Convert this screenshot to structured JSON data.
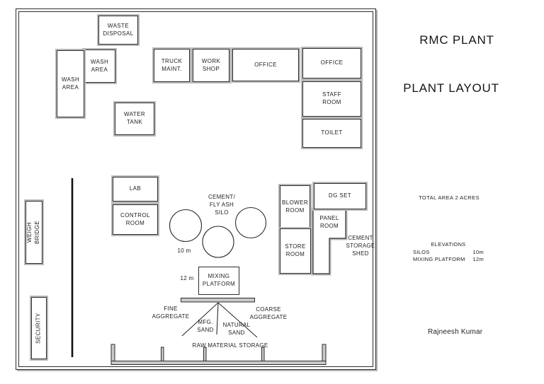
{
  "header": {
    "title": "RMC PLANT",
    "subtitle": "PLANT LAYOUT"
  },
  "rooms": {
    "waste_disposal": {
      "label": "WASTE\nDISPOSAL"
    },
    "wash_area_upper": {
      "label": "WASH\nAREA"
    },
    "wash_area_side": {
      "label": "WASH\nAREA"
    },
    "truck_maint": {
      "label": "TRUCK\nMAINT."
    },
    "work_shop": {
      "label": "WORK\nSHOP"
    },
    "office_main": {
      "label": "OFFICE"
    },
    "office_right": {
      "label": "OFFICE"
    },
    "staff_room": {
      "label": "STAFF\nROOM"
    },
    "toilet": {
      "label": "TOILET"
    },
    "water_tank": {
      "label": "WATER\nTANK"
    },
    "lab": {
      "label": "LAB"
    },
    "control_room": {
      "label": "CONTROL\nROOM"
    },
    "blower_room": {
      "label": "BLOWER\nROOM"
    },
    "dg_set": {
      "label": "DG SET"
    },
    "panel_room": {
      "label": "PANEL\nROOM"
    },
    "store_room": {
      "label": "STORE\nROOM"
    },
    "mixing_platform": {
      "label": "MIXING\nPLATFORM"
    },
    "weigh_bridge": {
      "label": "WEIGH\nBRIDGE"
    },
    "security": {
      "label": "SECURITY"
    }
  },
  "site": {
    "silo_label": "CEMENT/\nFLY ASH\nSILO",
    "silo_diameter": "10 m",
    "platform_dim": "12 m",
    "fine_aggregate": "FINE\nAGGREGATE",
    "mfg_sand": "MFG.\nSAND",
    "natural_sand": "NATURAL\nSAND",
    "coarse_aggregate": "COARSE\nAGGREGATE",
    "raw_material_storage": "RAW MATERIAL STORAGE",
    "cement_storage_shed": "CEMENT\nSTORAGE\nSHED"
  },
  "notes": {
    "total_area": "TOTAL AREA 2 ACRES",
    "elevations_heading": "ELEVATIONS",
    "elevations": [
      {
        "label": "SILOS",
        "value": "10m"
      },
      {
        "label": "MIXING PLATFORM",
        "value": "12m"
      }
    ],
    "author": "Rajneesh Kumar"
  },
  "colors": {
    "line": "#2d2d2d",
    "outline": "#b8b8b8",
    "fill": "#c9c9c9"
  }
}
